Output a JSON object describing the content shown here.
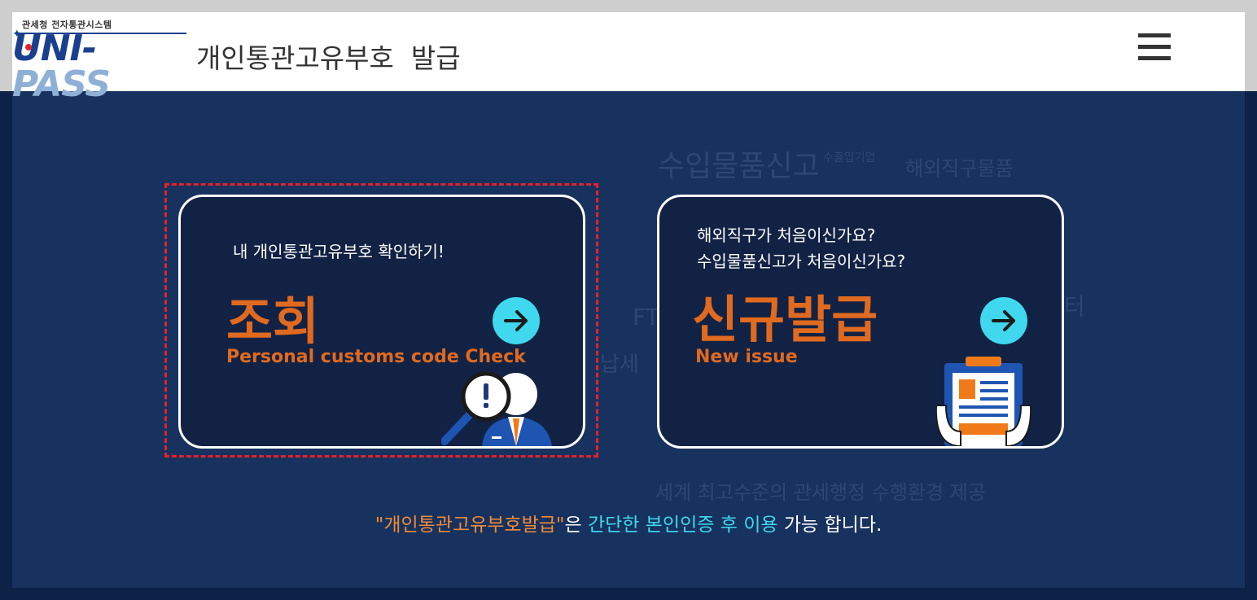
{
  "header": {
    "logo_top": "관세청 전자통관시스템",
    "logo_uni": "UNI-",
    "logo_pass": "PASS",
    "title": "개인통관고유부호  발급",
    "menu_icon": "hamburger-menu-icon"
  },
  "watermark": [
    "수입물품신고",
    "수출입기업",
    "해외직구물품",
    "세계 최고수준의 관세행정 수행환경 제공",
    "FTA",
    "납세",
    "터"
  ],
  "cards": {
    "check": {
      "subtitle": "내 개인통관고유부호 확인하기!",
      "title": "조회",
      "english": "Personal customs code Check",
      "arrow_icon": "arrow-right-icon",
      "illustration": "magnifier-person-icon"
    },
    "new": {
      "subtitle_line1": "해외직구가 처음이신가요?",
      "subtitle_line2": "수입물품신고가 처음이신가요?",
      "title": "신규발급",
      "english": "New issue",
      "arrow_icon": "arrow-right-icon",
      "illustration": "clipboard-document-icon"
    }
  },
  "notice": {
    "part1": "\"개인통관고유부호발급\"",
    "part2": "은 ",
    "part3": "간단한 본인인증 후 이용",
    "part4": " 가능 합니다."
  },
  "colors": {
    "accent_orange": "#e06a1f",
    "accent_cyan": "#3fd8ee",
    "background": "#17325e",
    "selection_dash": "#e8202a"
  }
}
